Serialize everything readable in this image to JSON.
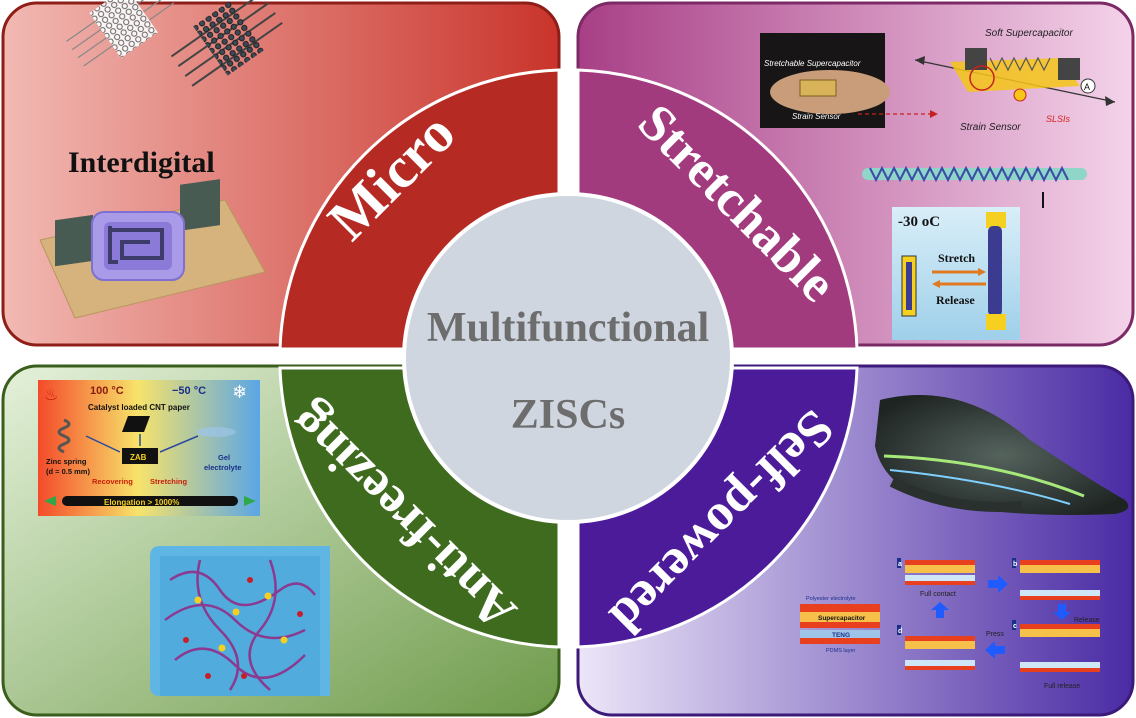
{
  "center": {
    "line1": "Multifunctional",
    "line2": "ZISCs"
  },
  "ring": {
    "micro": "Micro",
    "stretchable": "Stretchable",
    "antifreezing": "Anti-freezing",
    "selfpowered": "Self-powered"
  },
  "micro_panel": {
    "heading": "Interdigital"
  },
  "stretch_panel": {
    "photo_label_top": "Stretchable Supercapacitor",
    "photo_label_bottom": "Strain Sensor",
    "soft_label": "Soft Supercapacitor",
    "strain_label": "Strain Sensor",
    "slsis_label": "SLSIs",
    "marker_a": "A",
    "temp_label": "-30 oC",
    "stretch_label": "Stretch",
    "release_label": "Release"
  },
  "freeze_panel": {
    "temp_hot": "100 °C",
    "temp_cold": "−50 °C",
    "catalyst": "Catalyst loaded  CNT paper",
    "zab": "ZAB",
    "zinc_spring": "Zinc spring",
    "zinc_spring_d": "(d = 0.5 mm)",
    "gel": "Gel",
    "electrolyte": "electrolyte",
    "recovering": "Recovering",
    "stretching": "Stretching",
    "elongation": "Elongation > 1000%"
  },
  "selfpowered_panel": {
    "polyester": "Polyester electrolyte",
    "supercap": "Supercapacitor",
    "teng": "TENG",
    "pdms": "PDMS layer",
    "full_contact": "Full contact",
    "full_release": "Full release",
    "release": "Release",
    "press": "Press",
    "step_a": "a",
    "step_b": "b",
    "step_c": "c",
    "step_d": "d"
  },
  "colors": {
    "micro": "#b52a22",
    "stretchable": "#a23a7e",
    "antifreezing": "#3f6b1e",
    "selfpowered": "#4b1b9a",
    "center": "#cfd6e0"
  }
}
